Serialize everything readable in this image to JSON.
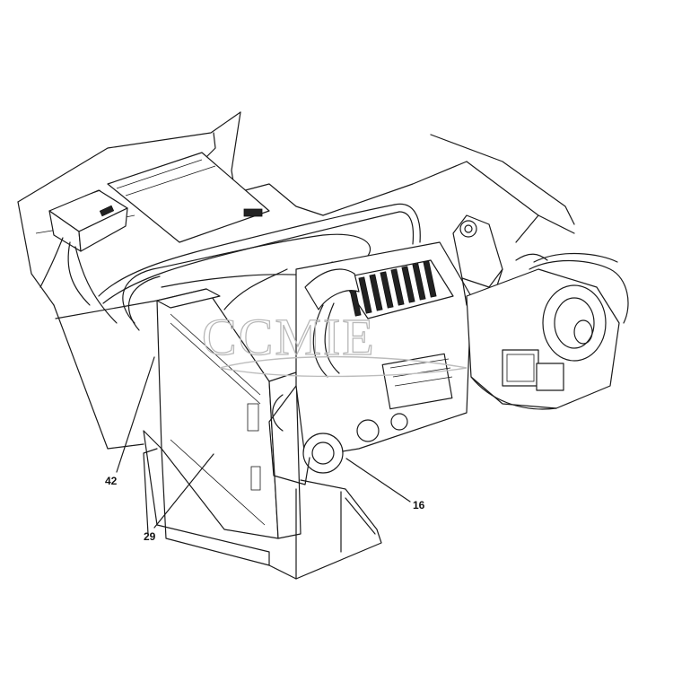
{
  "diagram": {
    "callouts": [
      {
        "id": "42",
        "label": "42"
      },
      {
        "id": "29",
        "label": "29"
      },
      {
        "id": "16",
        "label": "16"
      }
    ],
    "watermark": {
      "text": "CCMIE"
    },
    "colors": {
      "ink": "#1a1a1a",
      "watermark": "#b8b8b8",
      "background": "#ffffff"
    }
  }
}
